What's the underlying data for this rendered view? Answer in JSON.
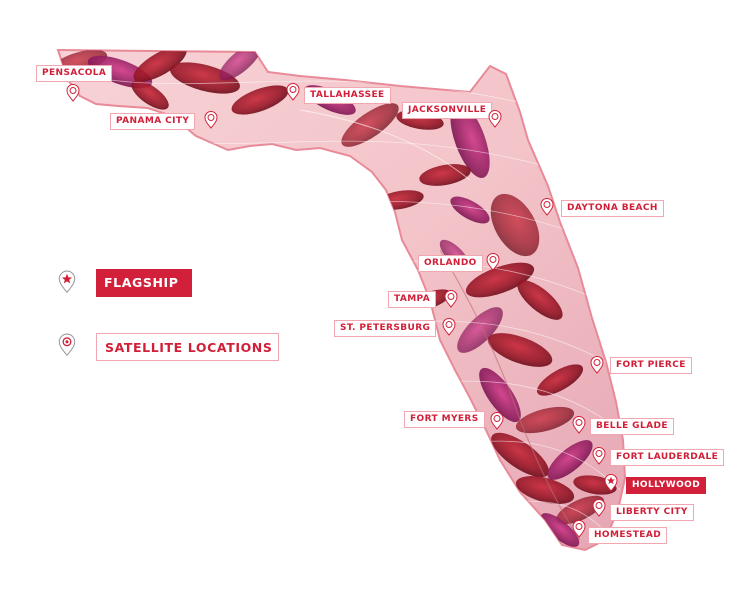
{
  "legend": {
    "flagship_label": "FLAGSHIP",
    "satellite_label": "SATELLITE LOCATIONS"
  },
  "colors": {
    "accent": "#d3203a",
    "label_border": "#f0a7b0",
    "map_base": "#f6cdd2",
    "cell": "#9b1b2b"
  },
  "icons": {
    "flagship": "star-pin-icon",
    "satellite": "cell-pin-icon"
  },
  "locations": [
    {
      "name": "PENSACOLA",
      "type": "satellite"
    },
    {
      "name": "PANAMA CITY",
      "type": "satellite"
    },
    {
      "name": "TALLAHASSEE",
      "type": "satellite"
    },
    {
      "name": "JACKSONVILLE",
      "type": "satellite"
    },
    {
      "name": "DAYTONA BEACH",
      "type": "satellite"
    },
    {
      "name": "ORLANDO",
      "type": "satellite"
    },
    {
      "name": "TAMPA",
      "type": "satellite"
    },
    {
      "name": "ST. PETERSBURG",
      "type": "satellite"
    },
    {
      "name": "FORT PIERCE",
      "type": "satellite"
    },
    {
      "name": "FORT MYERS",
      "type": "satellite"
    },
    {
      "name": "BELLE GLADE",
      "type": "satellite"
    },
    {
      "name": "FORT LAUDERDALE",
      "type": "satellite"
    },
    {
      "name": "HOLLYWOOD",
      "type": "flagship"
    },
    {
      "name": "LIBERTY CITY",
      "type": "satellite"
    },
    {
      "name": "HOMESTEAD",
      "type": "satellite"
    }
  ]
}
